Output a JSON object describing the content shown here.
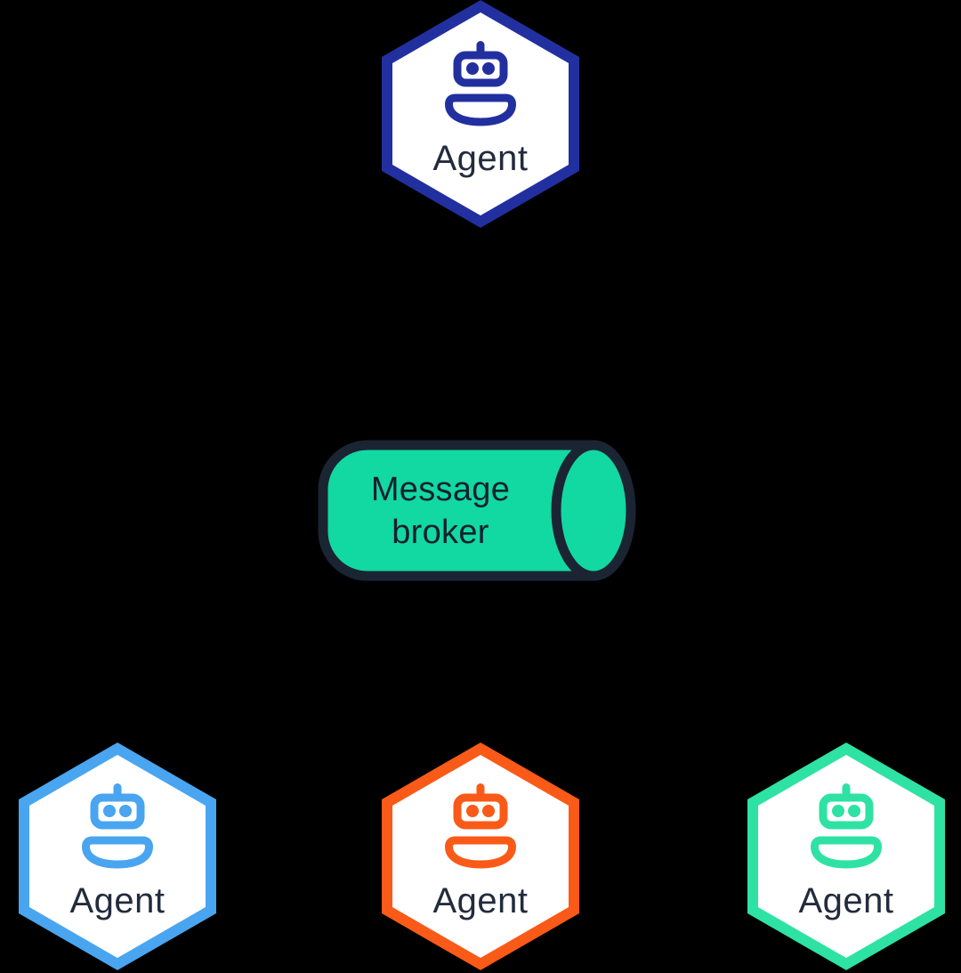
{
  "canvas": {
    "background": "#000000"
  },
  "broker": {
    "label": "Message broker",
    "shape": "cylinder",
    "fill": "#12D8A2",
    "stroke": "#1B2433",
    "text_color": "#15202F"
  },
  "node": {
    "fill": "#FFFFFF",
    "label_color": "#232B3D"
  },
  "agents": [
    {
      "label": "Agent",
      "icon": "robot-icon",
      "accent": "#22309F",
      "position": "top"
    },
    {
      "label": "Agent",
      "icon": "robot-icon",
      "accent": "#49A5F0",
      "position": "bottom-left"
    },
    {
      "label": "Agent",
      "icon": "robot-icon",
      "accent": "#FA5A18",
      "position": "bottom-middle"
    },
    {
      "label": "Agent",
      "icon": "robot-icon",
      "accent": "#2EE2A4",
      "position": "bottom-right"
    }
  ]
}
